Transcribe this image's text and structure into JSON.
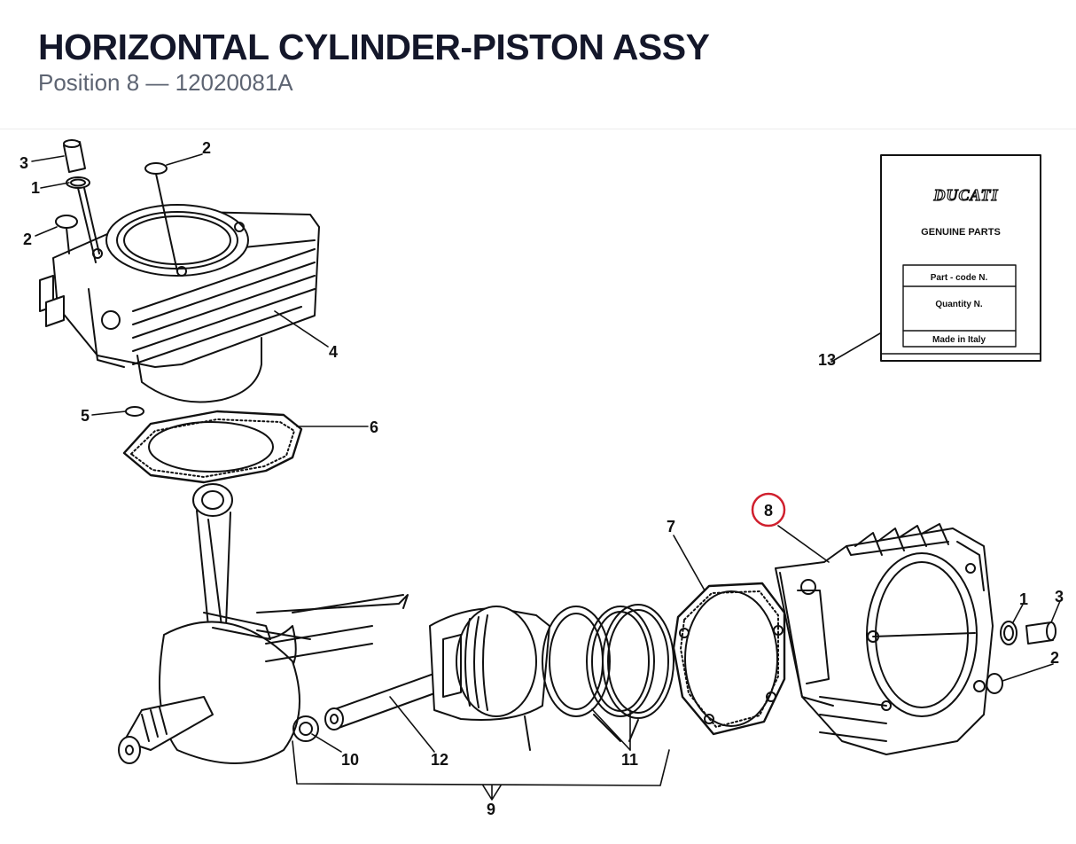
{
  "header": {
    "title": "HORIZONTAL CYLINDER-PISTON ASSY",
    "subtitle": "Position 8 — 12020081A"
  },
  "selected_position": "8",
  "colors": {
    "highlight": "#d0202e",
    "line": "#111111",
    "title": "#14172a",
    "subtitle": "#5d6472"
  },
  "callouts": [
    "1",
    "1",
    "2",
    "2",
    "2",
    "3",
    "3",
    "4",
    "5",
    "6",
    "7",
    "8",
    "9",
    "10",
    "11",
    "12",
    "13"
  ],
  "package": {
    "brand": "DUCATI",
    "tagline": "GENUINE PARTS",
    "field_part_code": "Part - code N.",
    "field_quantity": "Quantity N.",
    "field_origin": "Made in Italy"
  }
}
